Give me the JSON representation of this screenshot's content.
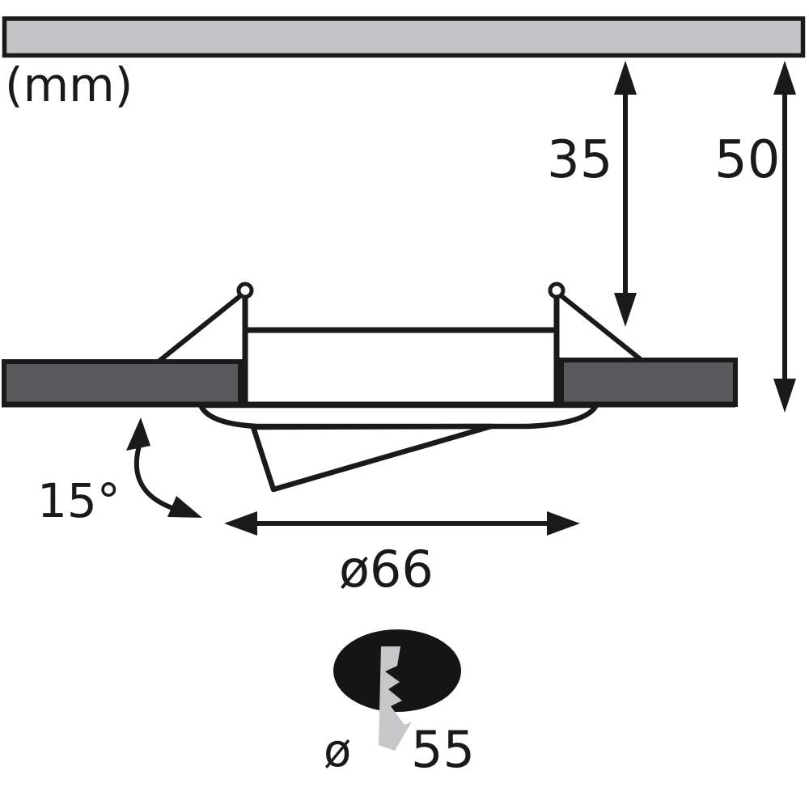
{
  "unit_label": "(mm)",
  "dimensions": {
    "recess_depth_mm": "35",
    "overall_height_mm": "50",
    "tilt_angle": "15°",
    "bezel_diameter": "ø66",
    "cutout_diameter_symbol": "ø",
    "cutout_diameter_mm": "55"
  },
  "icons": {
    "cutout_icon": "lightning-bolt-in-black-ellipse"
  },
  "colors": {
    "line": "#1a1a1a",
    "ceiling_panel": "#c2c4c6",
    "ceiling_cut_panel": "#58595b",
    "icon_black": "#151515",
    "bolt_gray": "#c6c7c9",
    "background": "#ffffff"
  }
}
